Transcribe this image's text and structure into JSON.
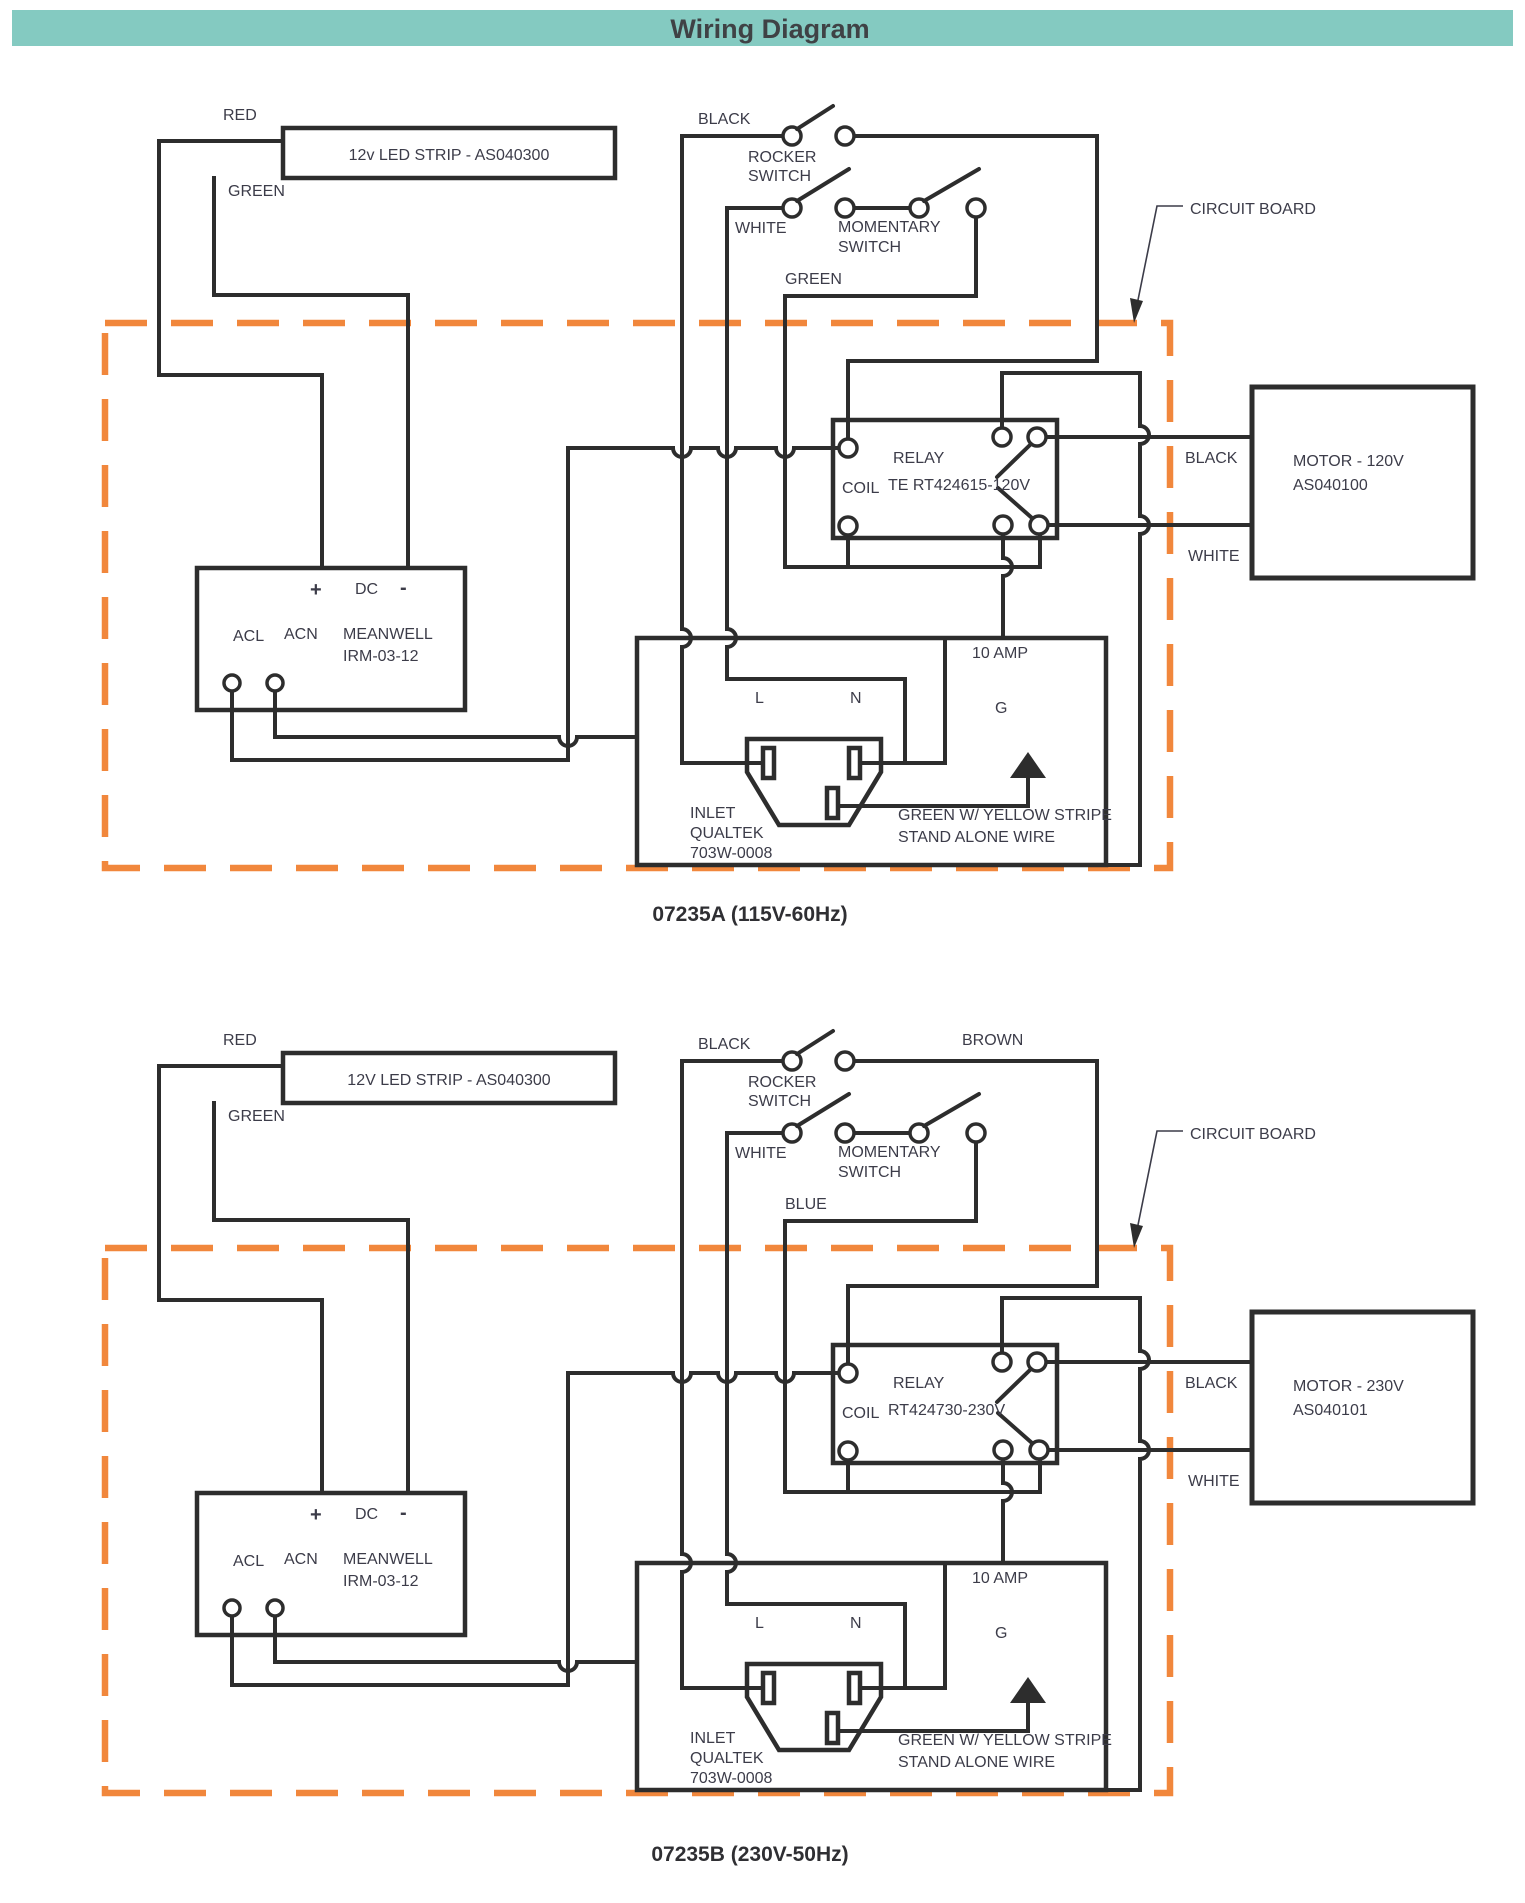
{
  "header": {
    "title": "Wiring Diagram"
  },
  "colors": {
    "header_bg": "#84cac1",
    "board_border": "#f1873c",
    "line": "#2d2d2d",
    "text": "#3c3c49"
  },
  "diagrams": [
    {
      "caption": "07235A (115V-60Hz)",
      "led_strip": "12v LED STRIP - AS040300",
      "labels": {
        "red": "RED",
        "green": "GREEN",
        "black": "BLACK",
        "rocker1": "ROCKER",
        "rocker2": "SWITCH",
        "white": "WHITE",
        "momentary1": "MOMENTARY",
        "momentary2": "SWITCH",
        "signal": "GREEN",
        "circuit_board": "CIRCUIT BOARD",
        "relay1": "RELAY",
        "relay2": "TE RT424615-120V",
        "coil": "COIL",
        "motor1": "MOTOR - 120V",
        "motor2": "AS040100",
        "motor_black": "BLACK",
        "motor_white": "WHITE",
        "plus": "+",
        "dc": "DC",
        "minus": "-",
        "acl": "ACL",
        "acn": "ACN",
        "psu1": "MEANWELL",
        "psu2": "IRM-03-12",
        "amp": "10 AMP",
        "l": "L",
        "n": "N",
        "g": "G",
        "inlet1": "INLET",
        "inlet2": "QUALTEK",
        "inlet3": "703W-0008",
        "gwire1": "GREEN W/ YELLOW STRIPE",
        "gwire2": "STAND ALONE WIRE"
      }
    },
    {
      "caption": "07235B (230V-50Hz)",
      "led_strip": "12V LED STRIP - AS040300",
      "labels": {
        "red": "RED",
        "green": "GREEN",
        "black": "BLACK",
        "brown": "BROWN",
        "rocker1": "ROCKER",
        "rocker2": "SWITCH",
        "white": "WHITE",
        "momentary1": "MOMENTARY",
        "momentary2": "SWITCH",
        "signal": "BLUE",
        "circuit_board": "CIRCUIT BOARD",
        "relay1": "RELAY",
        "relay2": "RT424730-230V",
        "coil": "COIL",
        "motor1": "MOTOR - 230V",
        "motor2": "AS040101",
        "motor_black": "BLACK",
        "motor_white": "WHITE",
        "plus": "+",
        "dc": "DC",
        "minus": "-",
        "acl": "ACL",
        "acn": "ACN",
        "psu1": "MEANWELL",
        "psu2": "IRM-03-12",
        "amp": "10 AMP",
        "l": "L",
        "n": "N",
        "g": "G",
        "inlet1": "INLET",
        "inlet2": "QUALTEK",
        "inlet3": "703W-0008",
        "gwire1": "GREEN W/ YELLOW STRIPE",
        "gwire2": "STAND ALONE WIRE"
      }
    }
  ]
}
